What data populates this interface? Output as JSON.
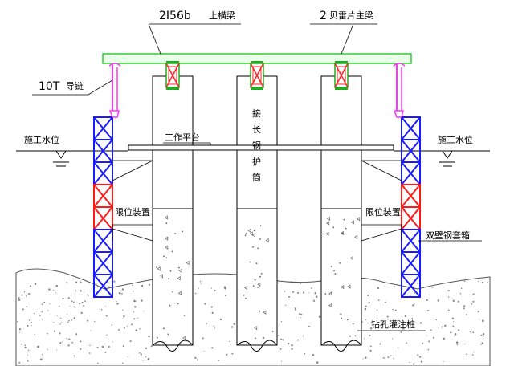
{
  "labels": {
    "upper_beam_code": "2I56b",
    "upper_beam_text": "上横梁",
    "main_beam_code": "2",
    "main_beam_text": "贝雷片主梁",
    "chain_code": "10T",
    "chain_text": "导链",
    "water_level_left": "施工水位",
    "water_level_right": "施工水位",
    "work_platform": "工作平台",
    "casing_chars": [
      "接",
      "长",
      "钢",
      "护",
      "筒"
    ],
    "limit_device_left": "限位装置",
    "limit_device_right": "限位装置",
    "double_wall_box": "双壁钢套箱",
    "bored_pile": "钻孔灌注桩"
  },
  "colors": {
    "truss_blue": "#1a1aff",
    "truss_red": "#ff1a1a",
    "beam_green": "#33cc33",
    "beam_fill": "#e8ffe8",
    "chain_magenta": "#ff33ff",
    "hanger_red": "#ff2222",
    "hanger_green": "#22aa22",
    "soil_grey": "#999999"
  }
}
